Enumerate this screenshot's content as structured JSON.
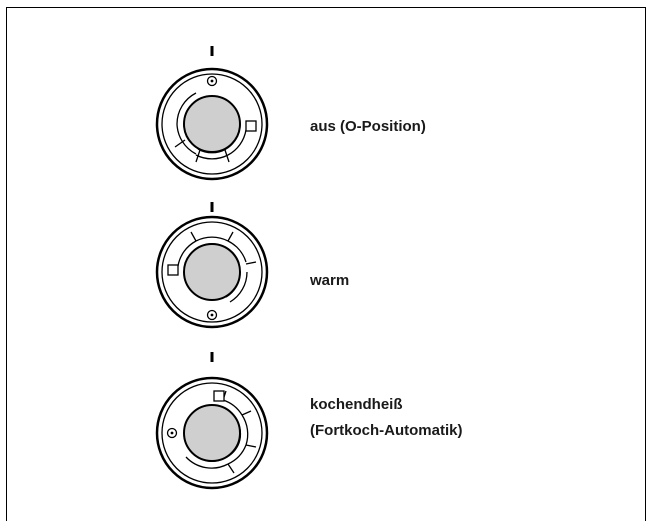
{
  "settings": [
    {
      "id": "off",
      "label": "aus (O-Position)",
      "indicator": "top"
    },
    {
      "id": "warm",
      "label": "warm",
      "indicator": "bottom"
    },
    {
      "id": "hot",
      "label_line1": "kochendheiß",
      "label_line2": "(Fortkoch-Automatik)",
      "indicator": "left"
    }
  ],
  "colors": {
    "line": "#000000",
    "knob_fill": "#cfcfcf",
    "background": "#ffffff"
  }
}
